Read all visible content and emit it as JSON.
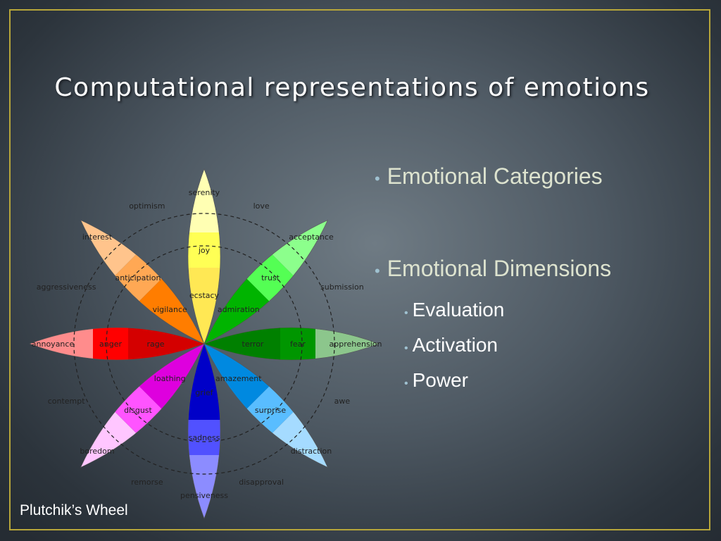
{
  "slide": {
    "title": "Computational representations of emotions",
    "caption": "Plutchik’s Wheel"
  },
  "bullets": [
    {
      "text": "Emotional Categories",
      "subs": []
    },
    {
      "text": "Emotional Dimensions",
      "subs": [
        "Evaluation",
        "Activation",
        "Power"
      ]
    }
  ],
  "wheel": {
    "petals": [
      {
        "emotions": [
          "serenity",
          "joy",
          "ecstacy"
        ],
        "colors": [
          "#ffffb3",
          "#ffff55",
          "#ffe854"
        ]
      },
      {
        "emotions": [
          "acceptance",
          "trust",
          "admiration"
        ],
        "colors": [
          "#8cff8c",
          "#54ff54",
          "#00b400"
        ]
      },
      {
        "emotions": [
          "apprehension",
          "fear",
          "terror"
        ],
        "colors": [
          "#8cc68c",
          "#009600",
          "#008000"
        ]
      },
      {
        "emotions": [
          "distraction",
          "surprise",
          "amazement"
        ],
        "colors": [
          "#a5dbff",
          "#59bdff",
          "#0089e0"
        ]
      },
      {
        "emotions": [
          "pensiveness",
          "sadness",
          "grief"
        ],
        "colors": [
          "#8c8cff",
          "#5151ff",
          "#0000c8"
        ]
      },
      {
        "emotions": [
          "boredom",
          "disgust",
          "loathing"
        ],
        "colors": [
          "#ffc6ff",
          "#ff54ff",
          "#de00de"
        ]
      },
      {
        "emotions": [
          "annoyance",
          "anger",
          "rage"
        ],
        "colors": [
          "#ff8c8c",
          "#ff0000",
          "#d40000"
        ]
      },
      {
        "emotions": [
          "interest",
          "anticipation",
          "vigilance"
        ],
        "colors": [
          "#ffc48c",
          "#ffa854",
          "#ff7d00"
        ]
      }
    ],
    "dyads": [
      "love",
      "submission",
      "awe",
      "disapproval",
      "remorse",
      "contempt",
      "aggressiveness",
      "optimism"
    ]
  }
}
